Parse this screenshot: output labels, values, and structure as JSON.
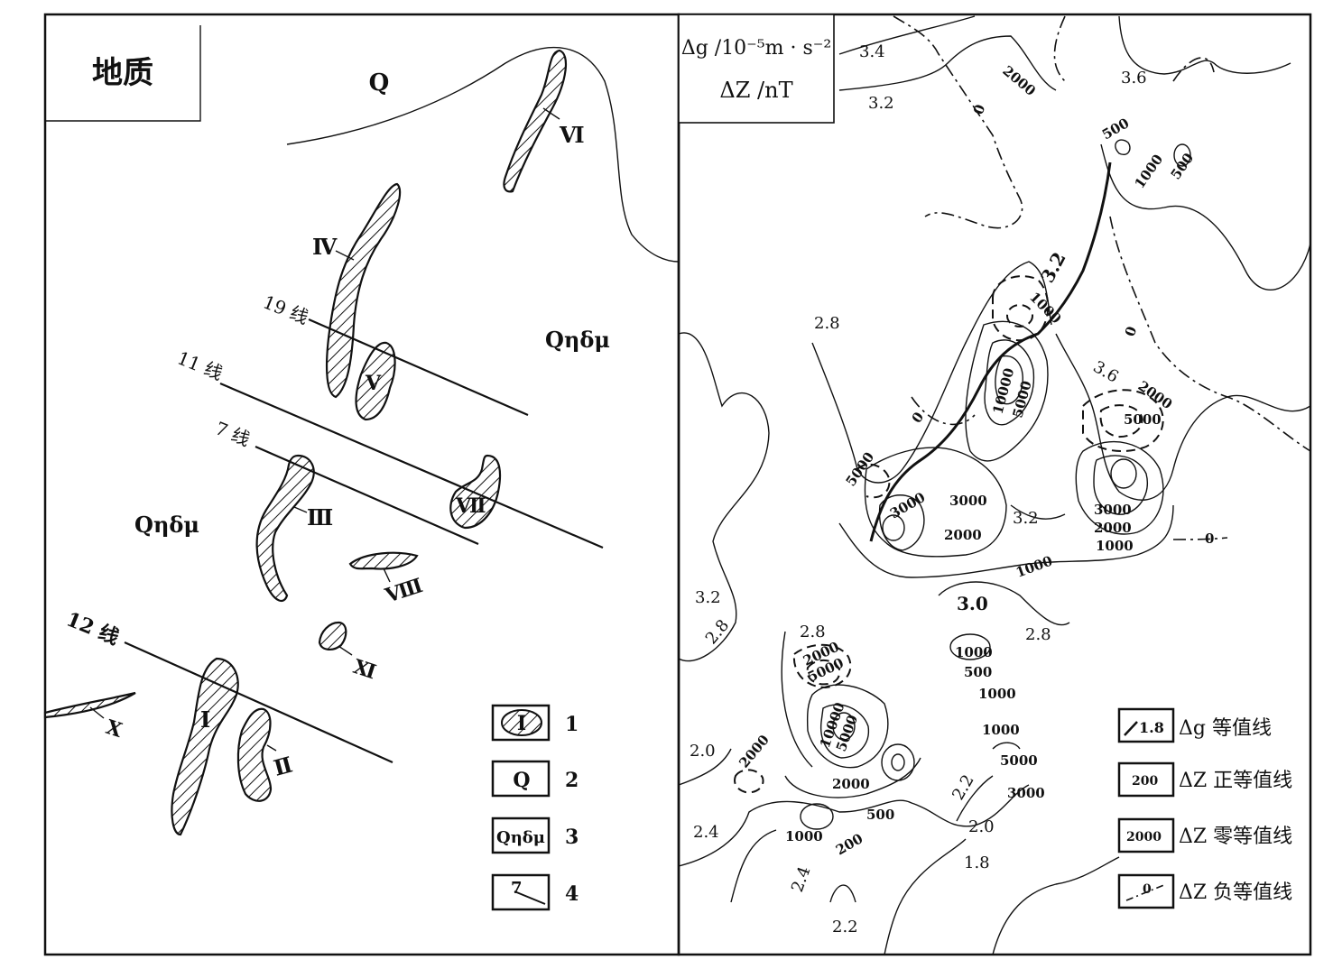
{
  "left_panel": {
    "title": "地质",
    "units": {
      "q_top": "Q",
      "qnd_right": "Qηδμ",
      "qnd_left": "Qηδμ"
    },
    "survey_lines": [
      "19 线",
      "11 线",
      "7 线",
      "12 线"
    ],
    "orebodies": [
      "Ⅵ",
      "Ⅳ",
      "Ⅴ",
      "Ⅶ",
      "Ⅲ",
      "Ⅷ",
      "Ⅺ",
      "Ⅰ",
      "Ⅱ",
      "Ⅹ"
    ],
    "legend": [
      {
        "symbol": "Ⅰ",
        "num": "1"
      },
      {
        "symbol": "Q",
        "num": "2"
      },
      {
        "symbol": "Qηδμ",
        "num": "3"
      },
      {
        "symbol": "7",
        "num": "4"
      }
    ]
  },
  "right_panel": {
    "header_line1": "Δg /10⁻⁵m · s⁻²",
    "header_line2": "ΔZ /nT",
    "dg_labels": [
      "3.4",
      "3.2",
      "3.6",
      "3.2",
      "2.8",
      "3.6",
      "3.2",
      "3.0",
      "3.2",
      "2.8",
      "2.8",
      "2.8",
      "2.0",
      "2.2",
      "2.0",
      "2.4",
      "2.4",
      "1.8",
      "2.2"
    ],
    "dz_labels": [
      "2000",
      "0",
      "500",
      "1000",
      "500",
      "1000",
      "0",
      "2000",
      "5000",
      "0",
      "10000",
      "5000",
      "5000",
      "3000",
      "3000",
      "2000",
      "3000",
      "2000",
      "1000",
      "0",
      "1000",
      "1000",
      "500",
      "1000",
      "1000",
      "5000",
      "3000",
      "2000",
      "5000",
      "10000",
      "5000",
      "2000",
      "2000",
      "500",
      "1000",
      "200"
    ],
    "legend": [
      {
        "symbol": "1.8",
        "label": "Δg 等值线"
      },
      {
        "symbol": "200",
        "label": "ΔZ 正等值线"
      },
      {
        "symbol": "2000",
        "label": "ΔZ 零等值线"
      },
      {
        "symbol": "0",
        "label": "ΔZ 负等值线"
      }
    ]
  }
}
